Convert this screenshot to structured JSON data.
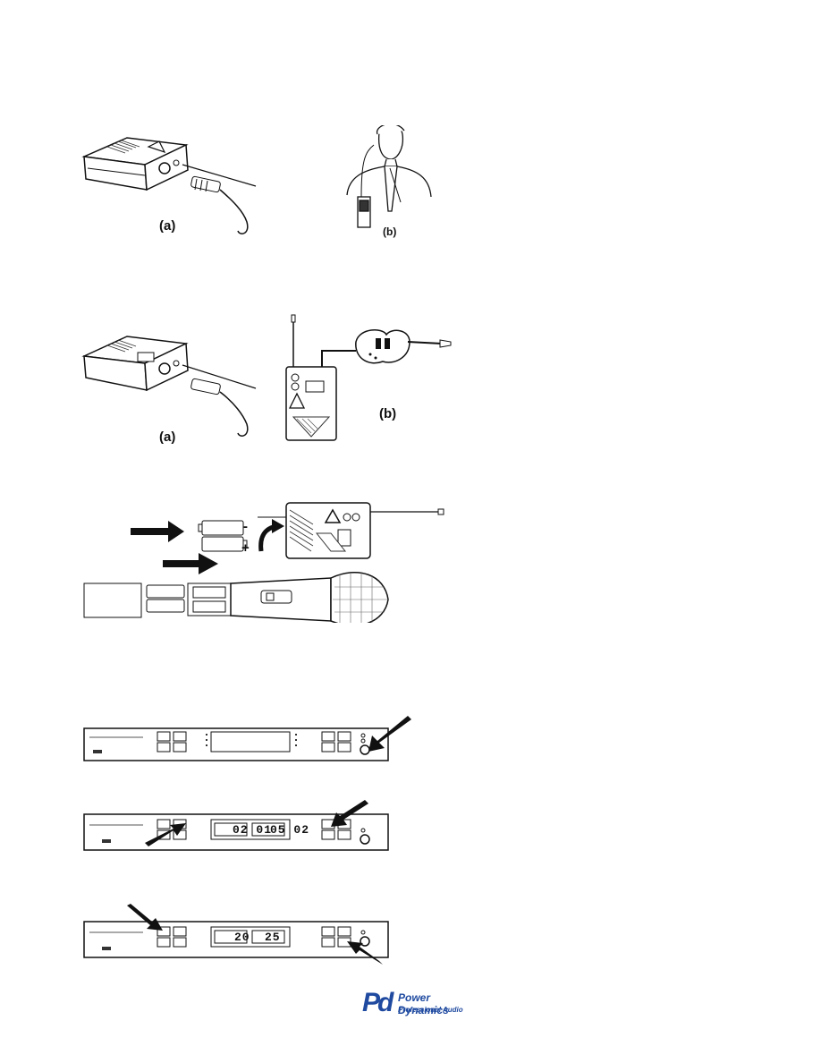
{
  "figures": {
    "bodypack_lavalier": {
      "label_a": "(a)",
      "label_b": "(b)"
    },
    "bodypack_guitar": {
      "label_a": "(a)",
      "label_b": "(b)"
    },
    "battery_install": {
      "minus": "-",
      "plus": "+"
    },
    "receiver_power": {},
    "receiver_set_channel": {
      "lcd_left": "02 01",
      "lcd_right": "05 02"
    },
    "receiver_updown": {
      "lcd_left": "20",
      "lcd_right": "25"
    }
  },
  "logo": {
    "mark": "Pd",
    "line1": "Power Dynamics",
    "line2": "Professional Audio",
    "color": "#1f4aa0"
  }
}
